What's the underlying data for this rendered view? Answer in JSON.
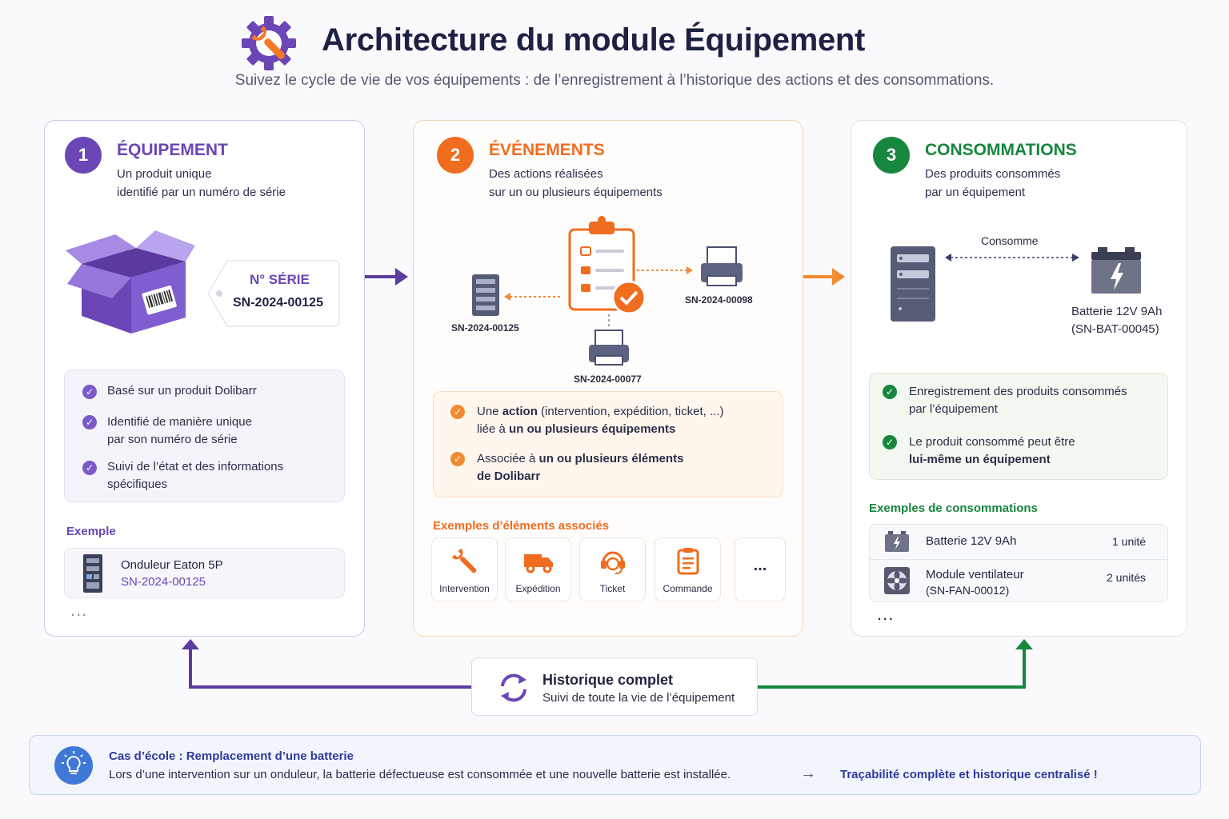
{
  "header": {
    "title": "Architecture du module Équipement",
    "subtitle": "Suivez le cycle de vie de vos équipements : de l’enregistrement à l’historique des actions et des consommations."
  },
  "colors": {
    "purple": "#6a46b6",
    "orange": "#f06c1f",
    "green": "#17863f",
    "blue": "#2f3a9c"
  },
  "card1": {
    "num": "1",
    "title": "ÉQUIPEMENT",
    "desc1": "Un produit unique",
    "desc2": "identifié par un numéro de série",
    "serial_label": "N° SÉRIE",
    "serial_value": "SN-2024-00125",
    "features": [
      {
        "line1": "Basé sur un produit Dolibarr",
        "line2": ""
      },
      {
        "line1": "Identifié de manière unique",
        "line2": "par son numéro de série"
      },
      {
        "line1": "Suivi de l’état et des informations",
        "line2": "spécifiques"
      }
    ],
    "example_label": "Exemple",
    "example_name": "Onduleur Eaton 5P",
    "example_serial": "SN-2024-00125",
    "more": "..."
  },
  "card2": {
    "num": "2",
    "title": "ÉVÉNEMENTS",
    "desc1": "Des actions réalisées",
    "desc2": "sur un ou plusieurs équipements",
    "device_left": "SN-2024-00125",
    "device_right": "SN-2024-00098",
    "device_bottom": "SN-2024-00077",
    "features": [
      {
        "a": "Une ",
        "b": "action",
        "c": " (intervention, expédition, ticket, ...)",
        "d": "liée à ",
        "e": "un ou plusieurs équipements"
      },
      {
        "a": "Associée à ",
        "b": "un ou plusieurs éléments",
        "c": "",
        "d": "",
        "e": "de Dolibarr"
      }
    ],
    "examples_label": "Exemples d’éléments associés",
    "tiles": [
      {
        "icon": "wrench-icon",
        "label": "Intervention"
      },
      {
        "icon": "truck-icon",
        "label": "Expédition"
      },
      {
        "icon": "headset-icon",
        "label": "Ticket"
      },
      {
        "icon": "clipboard-icon",
        "label": "Commande"
      }
    ],
    "more": "..."
  },
  "card3": {
    "num": "3",
    "title": "CONSOMMATIONS",
    "desc1": "Des produits consommés",
    "desc2": "par un équipement",
    "link_label": "Consomme",
    "battery_name": "Batterie 12V 9Ah",
    "battery_serial": "(SN-BAT-00045)",
    "features": [
      {
        "line1": "Enregistrement des produits consommés",
        "line2": "par l’équipement"
      },
      {
        "line1": "Le produit consommé peut être",
        "line2": "lui-même un équipement"
      }
    ],
    "examples_label": "Exemples de consommations",
    "rows": [
      {
        "name": "Batterie 12V 9Ah",
        "sub": "",
        "qty": "1 unité"
      },
      {
        "name": "Module ventilateur",
        "sub": "(SN-FAN-00012)",
        "qty": "2 unités"
      }
    ],
    "more": "..."
  },
  "history": {
    "title": "Historique complet",
    "desc": "Suivi de toute la vie de l’équipement"
  },
  "case": {
    "title": "Cas d’école : Remplacement d’une batterie",
    "desc": "Lors d’une intervention sur un onduleur, la batterie défectueuse est consommée et une nouvelle batterie est installée.",
    "arrow": "→",
    "result": "Traçabilité complète et historique centralisé !"
  }
}
